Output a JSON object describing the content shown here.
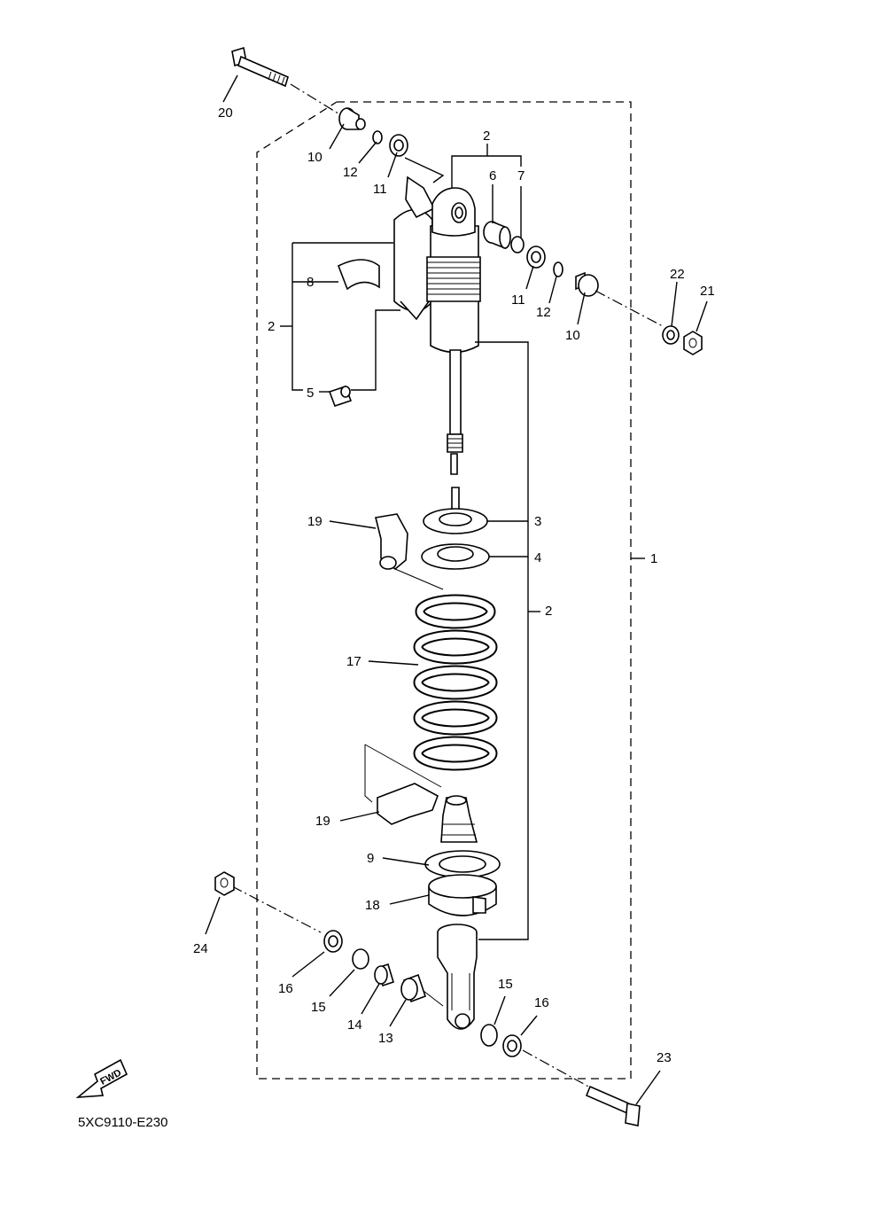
{
  "diagram_code": "5XC9110-E230",
  "fwd_label": "FWD",
  "labels": {
    "l1": "1",
    "l2_top": "2",
    "l2_left": "2",
    "l2_right": "2",
    "l3": "3",
    "l4": "4",
    "l5": "5",
    "l6": "6",
    "l7": "7",
    "l8": "8",
    "l9": "9",
    "l10_top": "10",
    "l10_right": "10",
    "l11_top": "11",
    "l11_right": "11",
    "l12_top": "12",
    "l12_right": "12",
    "l13": "13",
    "l14": "14",
    "l15_left": "15",
    "l15_right": "15",
    "l16_left": "16",
    "l16_right": "16",
    "l17": "17",
    "l18": "18",
    "l19_top": "19",
    "l19_bottom": "19",
    "l20": "20",
    "l21": "21",
    "l22": "22",
    "l23": "23",
    "l24": "24"
  }
}
